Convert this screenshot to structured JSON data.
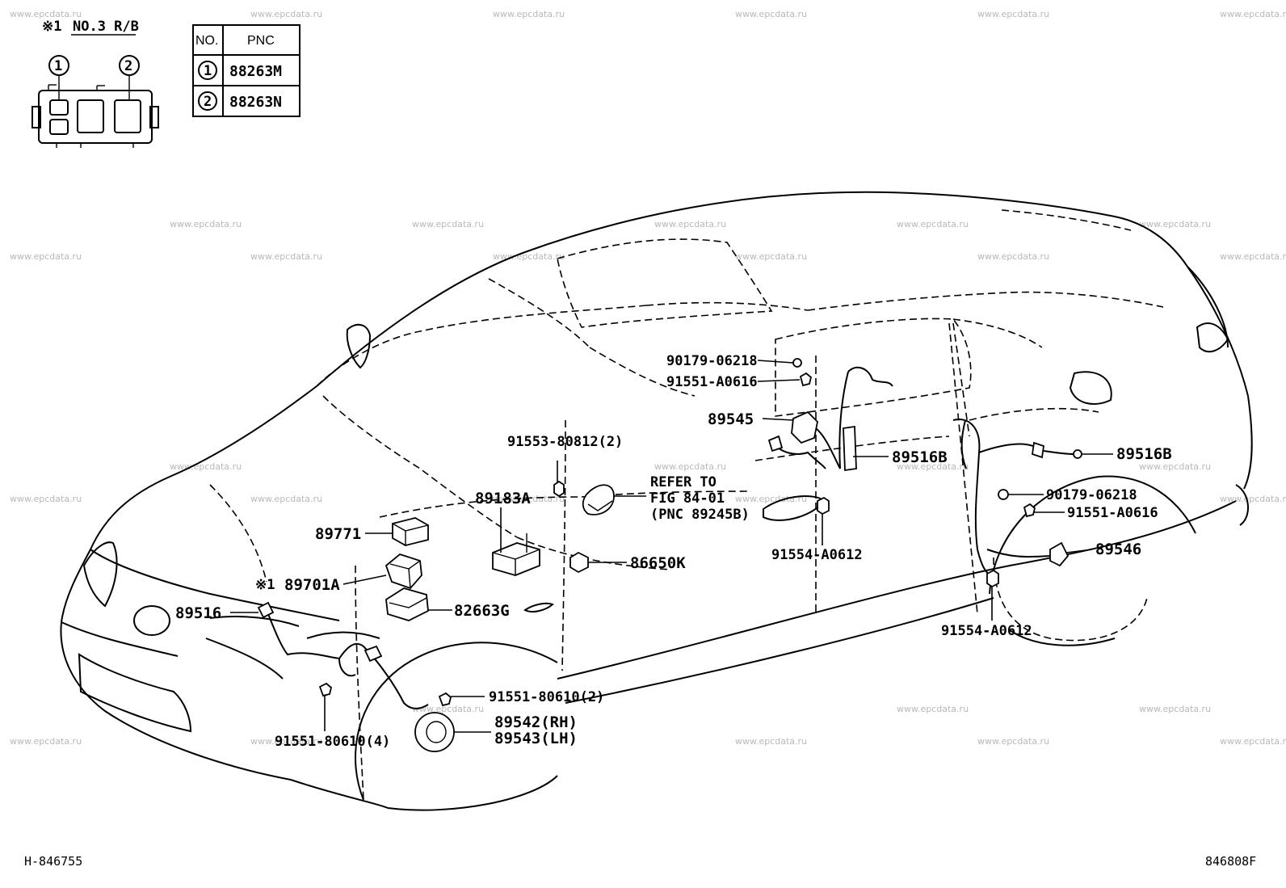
{
  "watermark": "www.epcdata.ru",
  "inset": {
    "caption_mark": "※1",
    "caption_text": "NO.3 R/B",
    "table_header_no": "NO.",
    "table_header_pnc": "PNC",
    "rows": [
      {
        "no": "1",
        "pnc": "88263M"
      },
      {
        "no": "2",
        "pnc": "88263N"
      }
    ],
    "callout_1": "1",
    "callout_2": "2"
  },
  "labels": {
    "p90179_06218_top": "90179-06218",
    "p91551_a0616_top": "91551-A0616",
    "p89545": "89545",
    "p89516b_mid": "89516B",
    "p91553_80812": "91553-80812(2)",
    "p89183a": "89183A",
    "refer_line1": "REFER TO",
    "refer_line2": "FIG 84-01",
    "refer_line3": "(PNC 89245B)",
    "p89771": "89771",
    "p89701a_mark": "※1",
    "p89701a": "89701A",
    "p86650k": "86650K",
    "p91554_a0612_mid": "91554-A0612",
    "p82663g": "82663G",
    "p89516": "89516",
    "p89516b_right": "89516B",
    "p90179_06218_right": "90179-06218",
    "p91551_a0616_right": "91551-A0616",
    "p89546": "89546",
    "p91554_a0612_right": "91554-A0612",
    "p91551_80610_2": "91551-80610(2)",
    "p89542": "89542(RH)",
    "p89543": "89543(LH)",
    "p91551_80610_4": "91551-80610(4)"
  },
  "footer": {
    "left_code": "H-846755",
    "right_code": "846808F"
  }
}
